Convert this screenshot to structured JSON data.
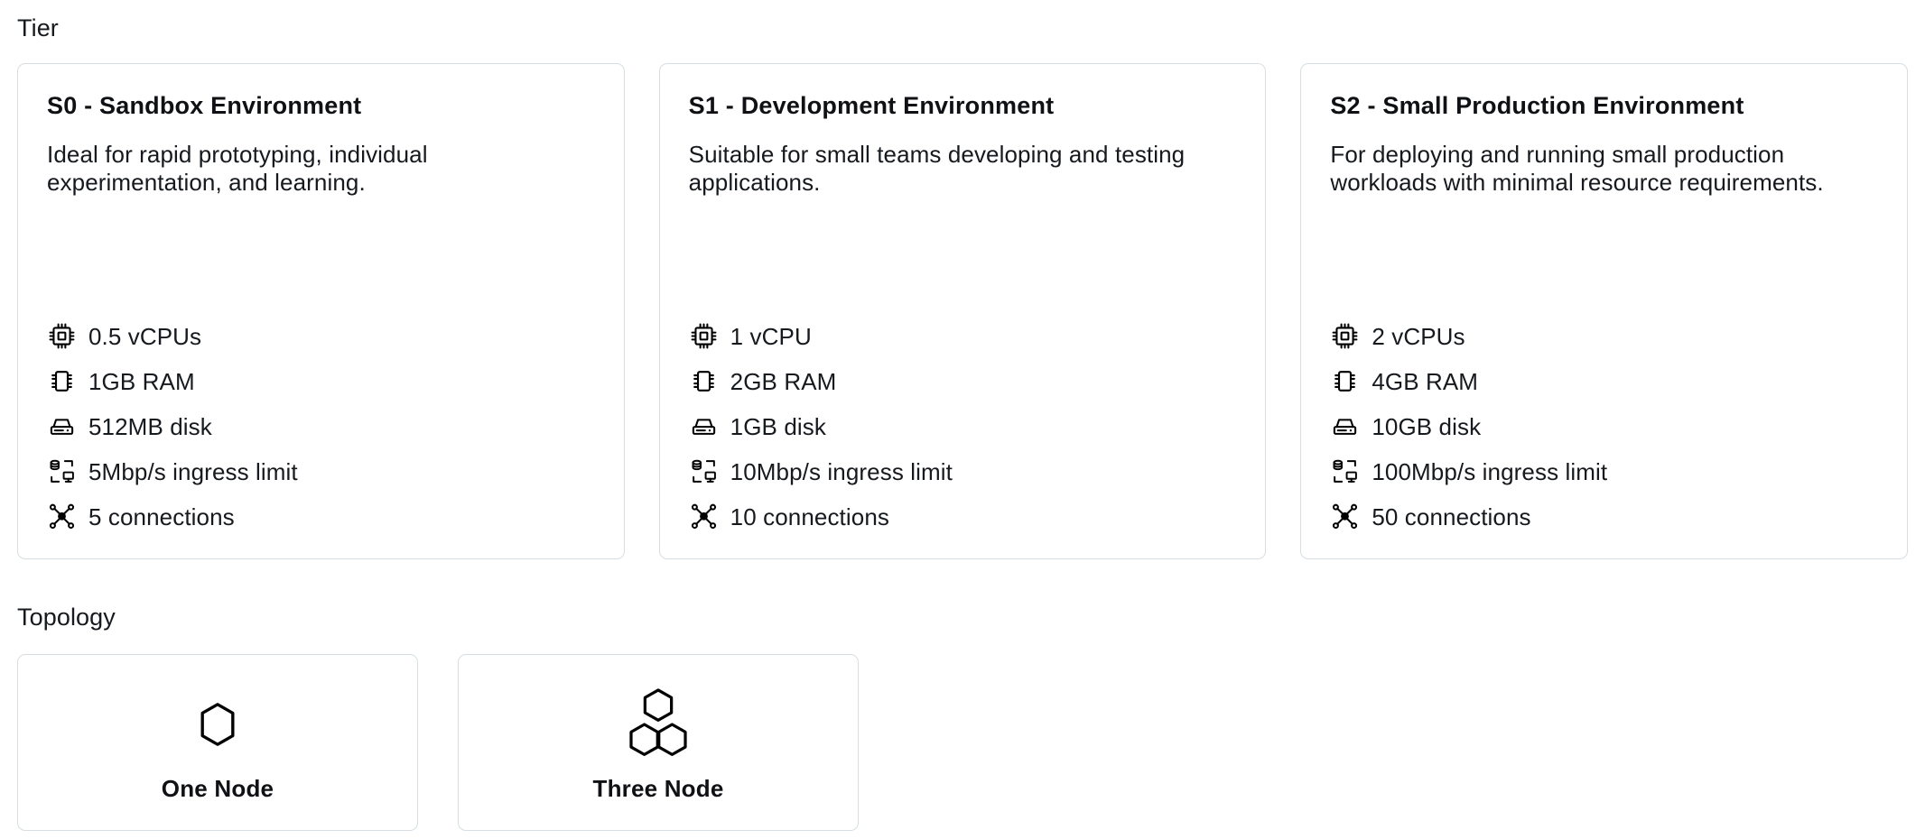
{
  "sections": {
    "tier": {
      "label": "Tier"
    },
    "topology": {
      "label": "Topology"
    }
  },
  "colors": {
    "card_border": "#d6dee3",
    "text": "#16191d",
    "icon": "#000000",
    "background": "#ffffff"
  },
  "tiers": [
    {
      "title": "S0 - Sandbox Environment",
      "description": "Ideal for rapid prototyping, individual experimentation, and learning.",
      "specs": [
        {
          "icon": "cpu-icon",
          "text": "0.5 vCPUs"
        },
        {
          "icon": "memory-icon",
          "text": "1GB RAM"
        },
        {
          "icon": "disk-icon",
          "text": "512MB disk"
        },
        {
          "icon": "data-transfer-icon",
          "text": "5Mbp/s ingress limit"
        },
        {
          "icon": "connections-icon",
          "text": "5 connections"
        }
      ]
    },
    {
      "title": "S1 - Development Environment",
      "description": "Suitable for small teams developing and testing applications.",
      "specs": [
        {
          "icon": "cpu-icon",
          "text": "1 vCPU"
        },
        {
          "icon": "memory-icon",
          "text": "2GB RAM"
        },
        {
          "icon": "disk-icon",
          "text": "1GB disk"
        },
        {
          "icon": "data-transfer-icon",
          "text": "10Mbp/s ingress limit"
        },
        {
          "icon": "connections-icon",
          "text": "10 connections"
        }
      ]
    },
    {
      "title": "S2 - Small Production Environment",
      "description": "For deploying and running small production workloads with minimal resource requirements.",
      "specs": [
        {
          "icon": "cpu-icon",
          "text": "2 vCPUs"
        },
        {
          "icon": "memory-icon",
          "text": "4GB RAM"
        },
        {
          "icon": "disk-icon",
          "text": "10GB disk"
        },
        {
          "icon": "data-transfer-icon",
          "text": "100Mbp/s ingress limit"
        },
        {
          "icon": "connections-icon",
          "text": "50 connections"
        }
      ]
    }
  ],
  "topologies": [
    {
      "icon": "single-hexagon-icon",
      "label": "One Node"
    },
    {
      "icon": "triple-hexagon-icon",
      "label": "Three Node"
    }
  ]
}
